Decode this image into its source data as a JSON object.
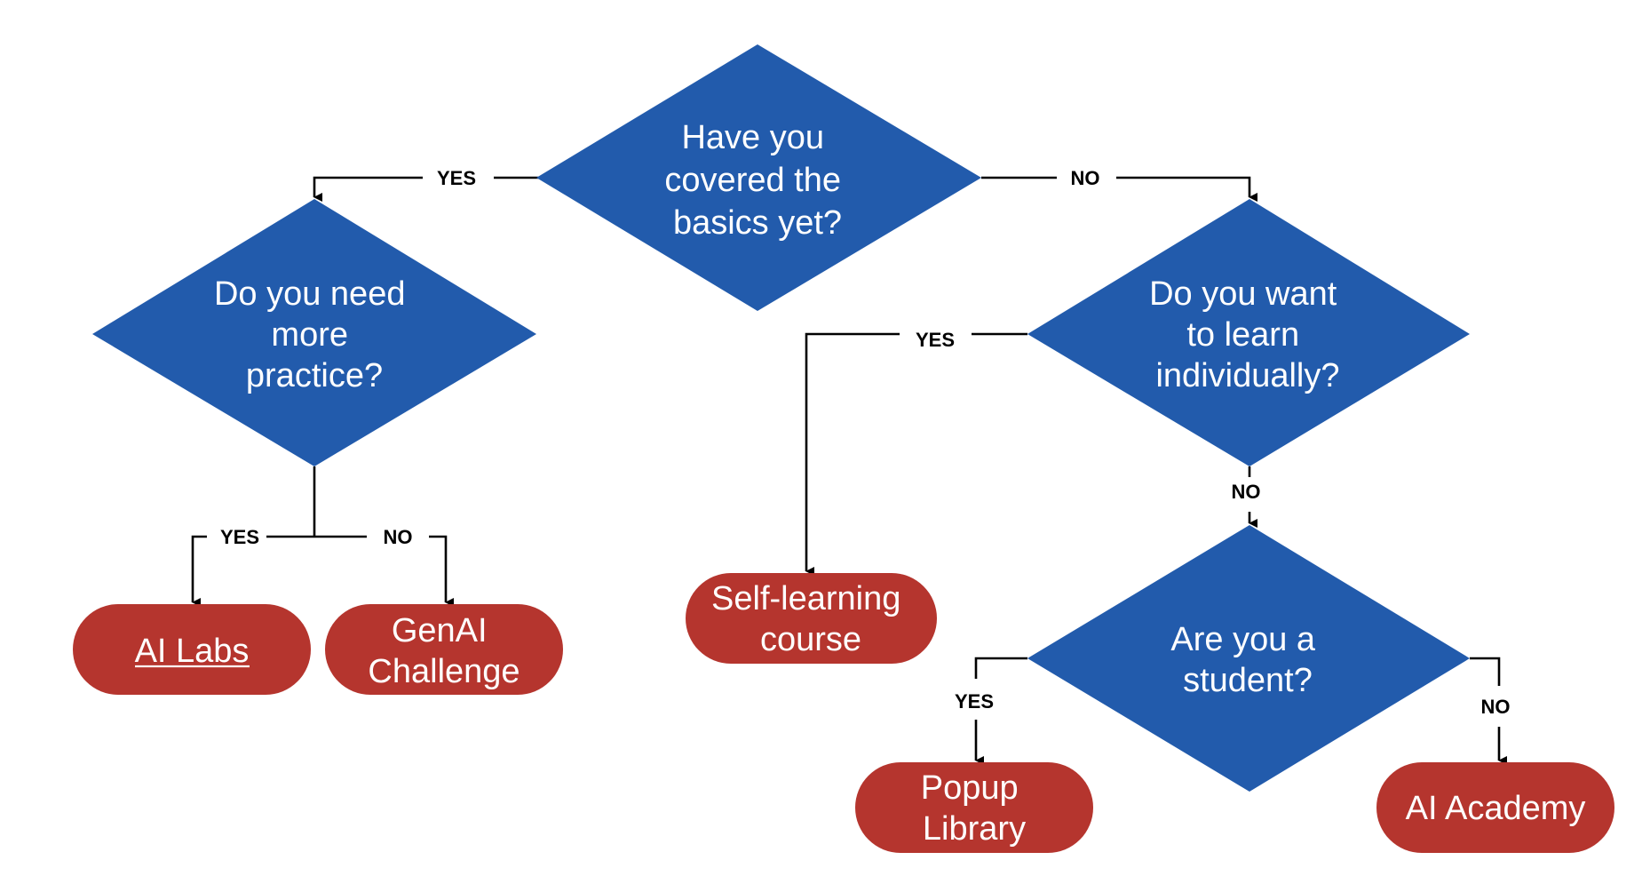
{
  "colors": {
    "decision": "#225bac",
    "outcome": "#b5352e",
    "connector": "#000000",
    "shape_text": "#ffffff",
    "background": "#ffffff"
  },
  "decisions": {
    "basics": {
      "lines": [
        "Have you",
        "covered the",
        "basics yet?"
      ]
    },
    "practice": {
      "lines": [
        "Do you need",
        "more",
        "practice?"
      ]
    },
    "individually": {
      "lines": [
        "Do you want",
        "to learn",
        "individually?"
      ]
    },
    "student": {
      "lines": [
        "Are you a",
        "student?"
      ]
    }
  },
  "outcomes": {
    "ai_labs": {
      "lines": [
        "AI Labs"
      ],
      "is_link": true
    },
    "genai_challenge": {
      "lines": [
        "GenAI",
        "Challenge"
      ]
    },
    "self_learning": {
      "lines": [
        "Self-learning",
        "course"
      ]
    },
    "popup_library": {
      "lines": [
        "Popup",
        "Library"
      ]
    },
    "ai_academy": {
      "lines": [
        "AI Academy"
      ]
    }
  },
  "edges": {
    "basics_yes": "YES",
    "basics_no": "NO",
    "practice_yes": "YES",
    "practice_no": "NO",
    "individually_yes": "YES",
    "individually_no": "NO",
    "student_yes": "YES",
    "student_no": "NO"
  }
}
